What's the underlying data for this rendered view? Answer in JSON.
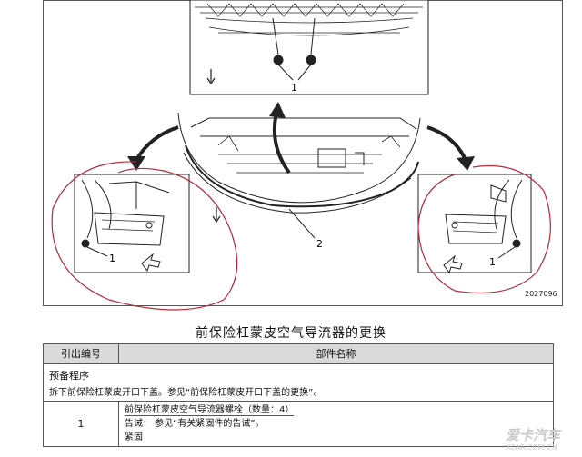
{
  "figure": {
    "callout_top": "1",
    "callout_left": "1",
    "callout_center": "2",
    "callout_right": "1",
    "figure_id": "2027096"
  },
  "title": "前保险杠蒙皮空气导流器的更换",
  "table": {
    "headers": [
      "引出编号",
      "部件名称"
    ],
    "prep_title": "预备程序",
    "prep_text": "拆下前保险杠蒙皮开口下盖。参见“前保险杠蒙皮开口下盖的更换”。",
    "step_number": "1",
    "step_part": "前保险杠蒙皮空气导流器螺栓（数量：4）",
    "step_caution": "告诫：  参见“有关紧固件的告诫”。",
    "step_tighten": "紧固"
  },
  "watermark": {
    "text": "爱卡汽车",
    "url": "XCAR.COM.CN"
  },
  "colors": {
    "annotation": "#b52a3a",
    "line": "#222222"
  }
}
